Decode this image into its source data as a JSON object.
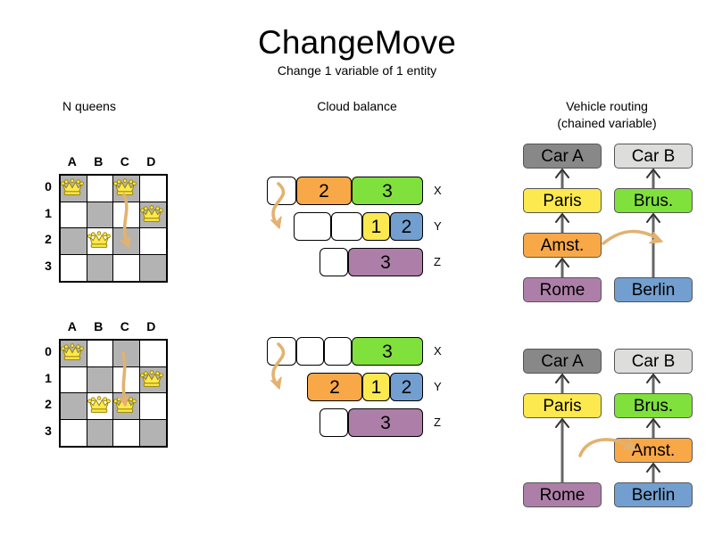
{
  "header": {
    "title": "ChangeMove",
    "subtitle": "Change 1 variable of 1 entity"
  },
  "sections": {
    "nqueens": {
      "heading": "N queens"
    },
    "cloud": {
      "heading": "Cloud balance"
    },
    "vrp": {
      "heading_line1": "Vehicle routing",
      "heading_line2": "(chained variable)"
    }
  },
  "colors": {
    "orange": "#F9A847",
    "green": "#80E03C",
    "yellow": "#FCE94F",
    "blue": "#729FCF",
    "purple": "#AD7FA8",
    "gray_dark": "#888888",
    "gray_light": "#DDDDDC",
    "board_dark": "#B3B3B3",
    "board_light": "#FFFFFF",
    "arrow": "#E2B270",
    "queen_gold": "#FCE94F",
    "link_gray": "#666666"
  },
  "nqueens": {
    "files": [
      "A",
      "B",
      "C",
      "D"
    ],
    "ranks": [
      "0",
      "1",
      "2",
      "3"
    ],
    "before": {
      "queens": [
        {
          "file": 0,
          "rank": 0
        },
        {
          "file": 2,
          "rank": 0
        },
        {
          "file": 3,
          "rank": 1
        },
        {
          "file": 1,
          "rank": 2
        }
      ],
      "move": {
        "from_file": 2,
        "from_rank": 0,
        "to_file": 2,
        "to_rank": 2
      }
    },
    "after": {
      "queens": [
        {
          "file": 0,
          "rank": 0
        },
        {
          "file": 3,
          "rank": 1
        },
        {
          "file": 1,
          "rank": 2
        },
        {
          "file": 2,
          "rank": 2
        }
      ],
      "move": {
        "from_file": 2,
        "from_rank": 0,
        "to_file": 2,
        "to_rank": 2
      }
    }
  },
  "cloud": {
    "rows": [
      "X",
      "Y",
      "Z"
    ],
    "before": [
      {
        "label": "X",
        "segments": [
          {
            "type": "empty",
            "width": 33,
            "value": ""
          },
          {
            "type": "process",
            "width": 62,
            "value": "2",
            "color": "#F9A847"
          },
          {
            "type": "process",
            "width": 80,
            "value": "3",
            "color": "#80E03C"
          }
        ]
      },
      {
        "label": "Y",
        "segments": [
          {
            "type": "empty",
            "width": 42,
            "value": ""
          },
          {
            "type": "empty",
            "width": 35,
            "value": ""
          },
          {
            "type": "process",
            "width": 31,
            "value": "1",
            "color": "#FCE94F"
          },
          {
            "type": "process",
            "width": 37,
            "value": "2",
            "color": "#729FCF"
          }
        ]
      },
      {
        "label": "Z",
        "segments": [
          {
            "type": "empty",
            "width": 32,
            "value": ""
          },
          {
            "type": "process",
            "width": 84,
            "value": "3",
            "color": "#AD7FA8"
          }
        ]
      }
    ],
    "after": [
      {
        "label": "X",
        "segments": [
          {
            "type": "empty",
            "width": 33,
            "value": ""
          },
          {
            "type": "empty",
            "width": 31,
            "value": ""
          },
          {
            "type": "empty",
            "width": 31,
            "value": ""
          },
          {
            "type": "process",
            "width": 80,
            "value": "3",
            "color": "#80E03C"
          }
        ]
      },
      {
        "label": "Y",
        "segments": [
          {
            "type": "process",
            "width": 62,
            "value": "2",
            "color": "#F9A847"
          },
          {
            "type": "process",
            "width": 31,
            "value": "1",
            "color": "#FCE94F"
          },
          {
            "type": "process",
            "width": 37,
            "value": "2",
            "color": "#729FCF"
          }
        ]
      },
      {
        "label": "Z",
        "segments": [
          {
            "type": "empty",
            "width": 32,
            "value": ""
          },
          {
            "type": "process",
            "width": 84,
            "value": "3",
            "color": "#AD7FA8"
          }
        ]
      }
    ]
  },
  "vrp": {
    "before": {
      "left_chain": [
        "Car A",
        "Paris",
        "Amst.",
        "Rome"
      ],
      "right_chain": [
        "Car B",
        "Brus.",
        "Berlin"
      ],
      "moved_entity": "Amst."
    },
    "after": {
      "left_chain": [
        "Car A",
        "Paris",
        "Rome"
      ],
      "right_chain": [
        "Car B",
        "Brus.",
        "Amst.",
        "Berlin"
      ],
      "moved_entity": "Amst."
    },
    "node_colors": {
      "Car A": "#888888",
      "Car B": "#DDDDDC",
      "Paris": "#FCE94F",
      "Brus.": "#80E03C",
      "Amst.": "#F9A847",
      "Rome": "#AD7FA8",
      "Berlin": "#729FCF"
    }
  }
}
